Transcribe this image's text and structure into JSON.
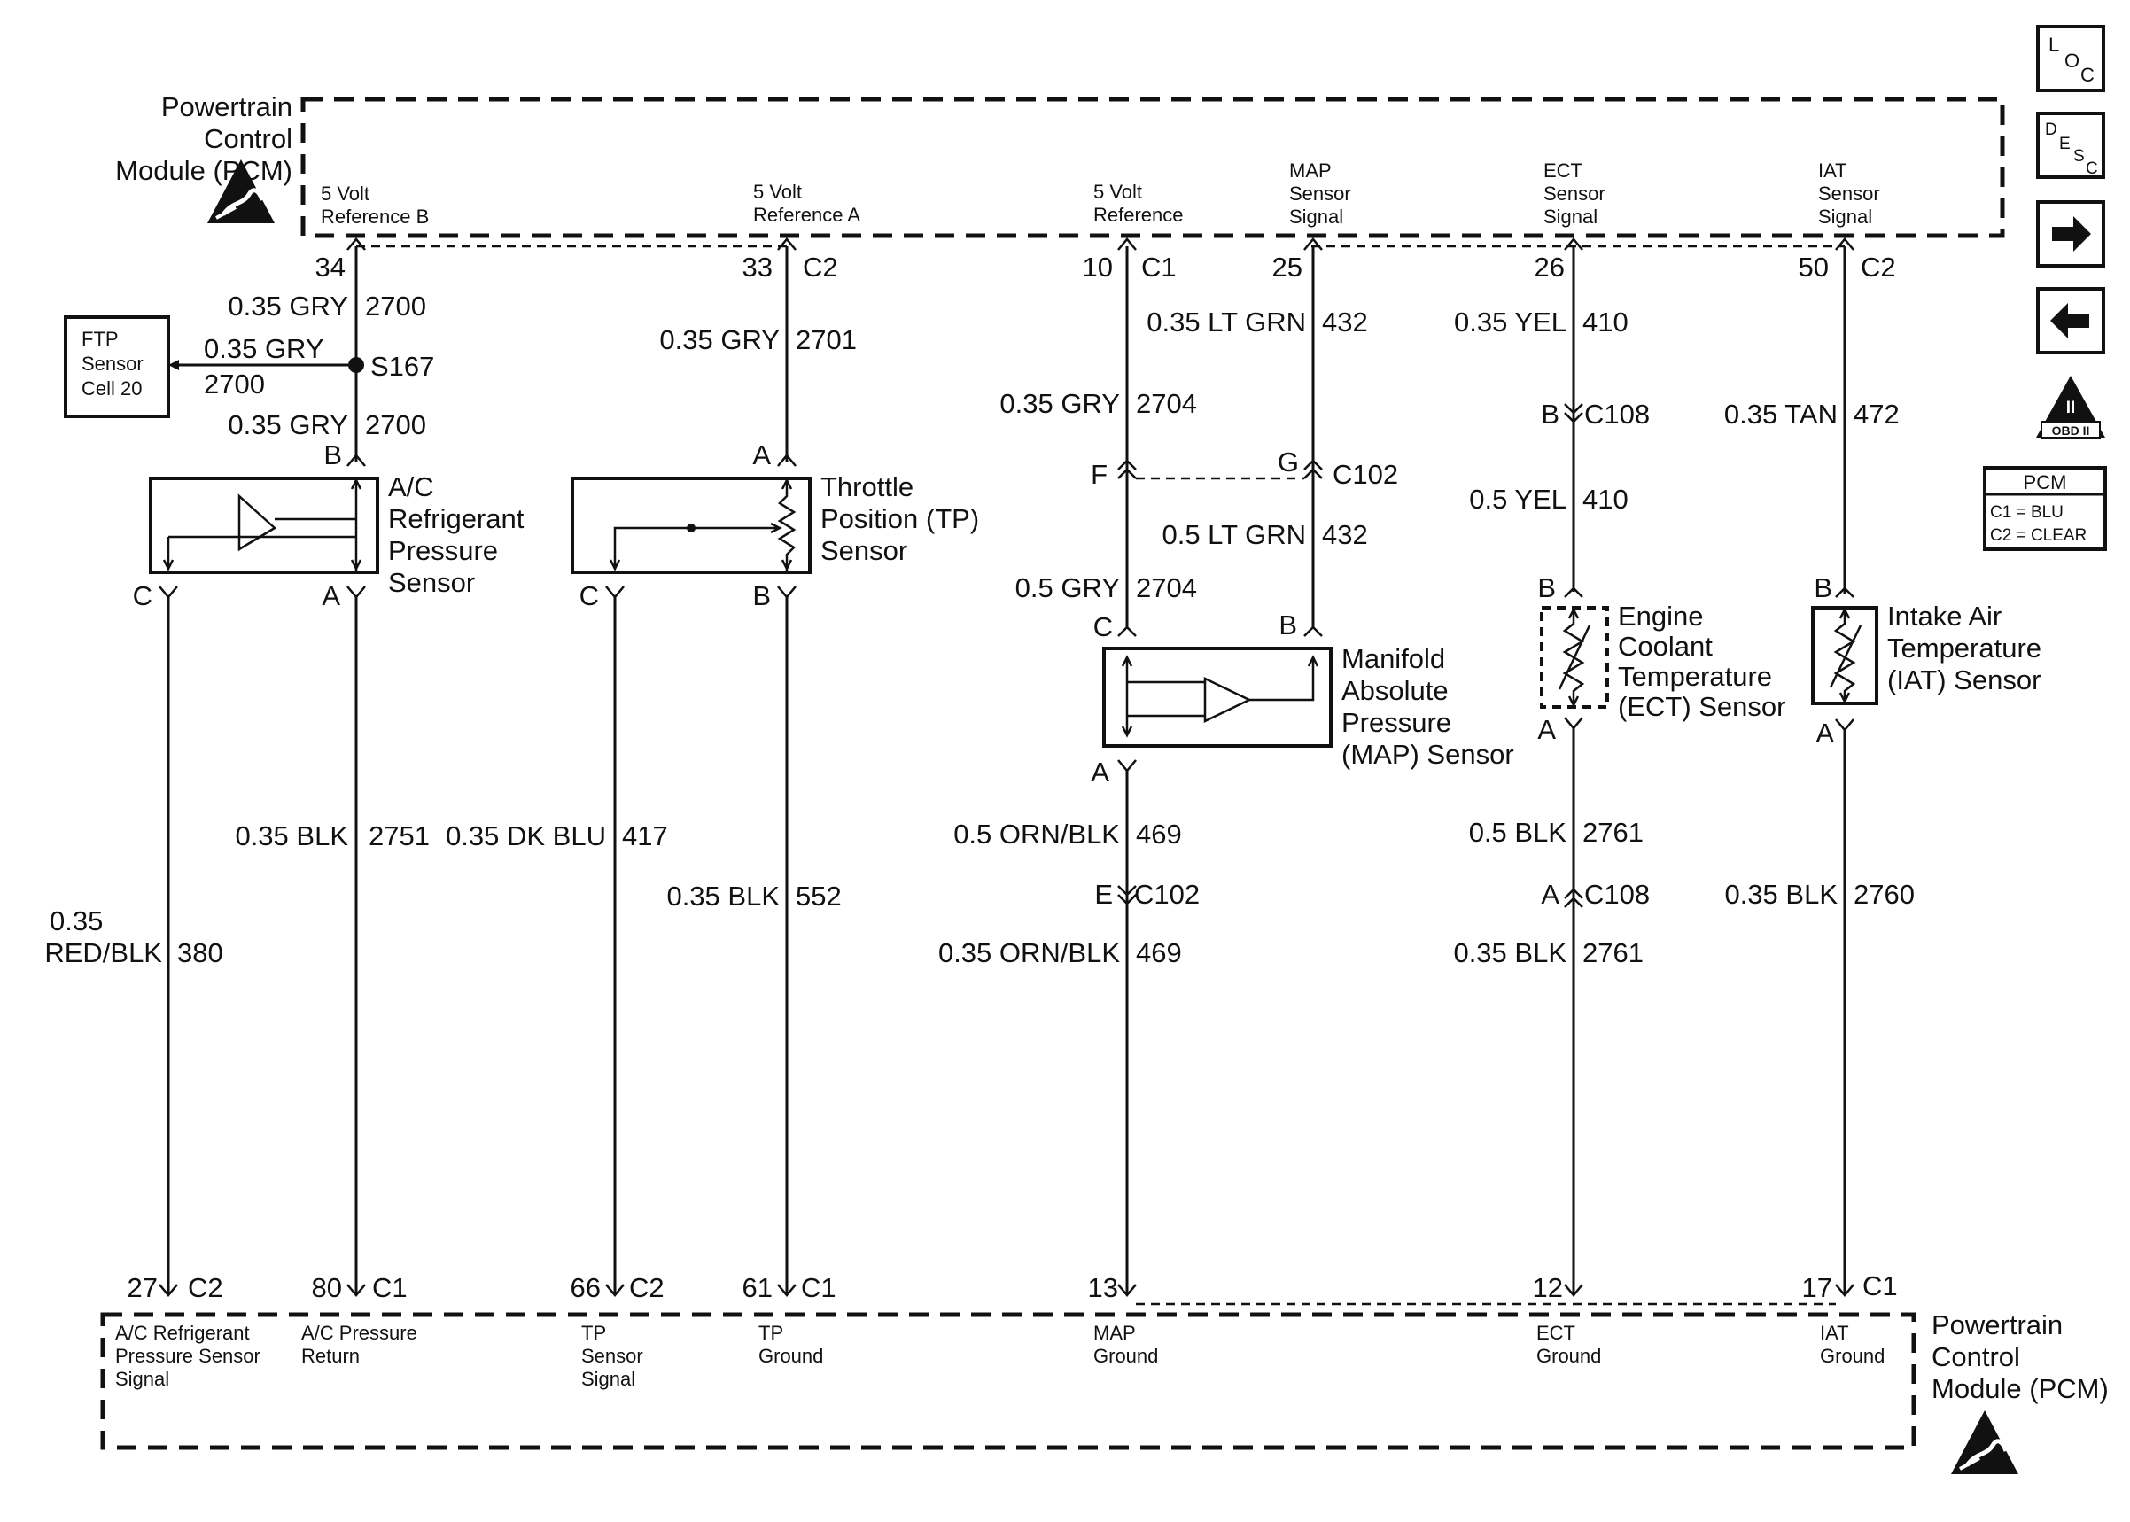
{
  "pcm": {
    "top_label": [
      "Powertrain",
      "Control",
      "Module (PCM)"
    ],
    "bottom_label": [
      "Powertrain",
      "Control",
      "Module (PCM)"
    ],
    "top_pins": [
      {
        "desc": [
          "5 Volt",
          "Reference B"
        ],
        "num": "34",
        "conn": ""
      },
      {
        "desc": [
          "5 Volt",
          "Reference A"
        ],
        "num": "33",
        "conn": "C2"
      },
      {
        "desc": [
          "5 Volt",
          "Reference"
        ],
        "num": "10",
        "conn": "C1"
      },
      {
        "desc": [
          "MAP",
          "Sensor",
          "Signal"
        ],
        "num": "25",
        "conn": ""
      },
      {
        "desc": [
          "ECT",
          "Sensor",
          "Signal"
        ],
        "num": "26",
        "conn": ""
      },
      {
        "desc": [
          "IAT",
          "Sensor",
          "Signal"
        ],
        "num": "50",
        "conn": "C2"
      }
    ],
    "bottom_pins": [
      {
        "desc": [
          "A/C Refrigerant",
          "Pressure Sensor",
          "Signal"
        ],
        "num": "27",
        "conn": "C2"
      },
      {
        "desc": [
          "A/C Pressure",
          "Return"
        ],
        "num": "80",
        "conn": "C1"
      },
      {
        "desc": [
          "TP",
          "Sensor",
          "Signal"
        ],
        "num": "66",
        "conn": "C2"
      },
      {
        "desc": [
          "TP",
          "Ground"
        ],
        "num": "61",
        "conn": "C1"
      },
      {
        "desc": [
          "MAP",
          "Ground"
        ],
        "num": "13",
        "conn": ""
      },
      {
        "desc": [
          "ECT",
          "Ground"
        ],
        "num": "12",
        "conn": ""
      },
      {
        "desc": [
          "IAT",
          "Ground"
        ],
        "num": "17",
        "conn": "C1"
      }
    ]
  },
  "ftp": {
    "lines": [
      "FTP",
      "Sensor",
      "Cell 20"
    ]
  },
  "splice": "S167",
  "connectors": {
    "c102": "C102",
    "c108": "C108"
  },
  "sensors": {
    "ac": {
      "name": [
        "A/C",
        "Refrigerant",
        "Pressure",
        "Sensor"
      ],
      "pins": {
        "top": "B",
        "left": "C",
        "right": "A"
      }
    },
    "tp": {
      "name": [
        "Throttle",
        "Position (TP)",
        "Sensor"
      ],
      "pins": {
        "top": "A",
        "left": "C",
        "right": "B"
      }
    },
    "map": {
      "name": [
        "Manifold",
        "Absolute",
        "Pressure",
        "(MAP) Sensor"
      ],
      "pins": {
        "topleft": "C",
        "topright": "B",
        "bottom": "A"
      }
    },
    "ect": {
      "name": [
        "Engine",
        "Coolant",
        "Temperature",
        "(ECT) Sensor"
      ],
      "pins": {
        "top": "B",
        "bottom": "A"
      }
    },
    "iat": {
      "name": [
        "Intake Air",
        "Temperature",
        "(IAT) Sensor"
      ],
      "pins": {
        "top": "B",
        "bottom": "A"
      }
    }
  },
  "inline_pins": {
    "map_ref_c102": "F",
    "map_sig_c102": "G",
    "ect_c108_top": "B",
    "map_gnd_c102": "E",
    "ect_c108_bottom": "A"
  },
  "wires": {
    "ref_b_1": {
      "label": "0.35 GRY",
      "circuit": "2700"
    },
    "ref_b_ftp": {
      "label": "0.35 GRY",
      "circuit": "2700"
    },
    "ref_b_2": {
      "label": "0.35 GRY",
      "circuit": "2700"
    },
    "ref_a": {
      "label": "0.35 GRY",
      "circuit": "2701"
    },
    "ref_map_1": {
      "label": "0.35 GRY",
      "circuit": "2704"
    },
    "ref_map_2": {
      "label": "0.5 GRY",
      "circuit": "2704"
    },
    "map_sig_1": {
      "label": "0.35 LT GRN",
      "circuit": "432"
    },
    "map_sig_2": {
      "label": "0.5 LT GRN",
      "circuit": "432"
    },
    "ect_sig_1": {
      "label": "0.35 YEL",
      "circuit": "410"
    },
    "ect_sig_2": {
      "label": "0.5 YEL",
      "circuit": "410"
    },
    "iat_sig": {
      "label": "0.35 TAN",
      "circuit": "472"
    },
    "ac_sig": {
      "label": [
        "0.35",
        "RED/BLK"
      ],
      "circuit": "380"
    },
    "ac_ret": {
      "label": "0.35 BLK",
      "circuit": "2751"
    },
    "tp_sig": {
      "label": "0.35 DK BLU",
      "circuit": "417"
    },
    "tp_gnd": {
      "label": "0.35 BLK",
      "circuit": "552"
    },
    "map_gnd_1": {
      "label": "0.5 ORN/BLK",
      "circuit": "469"
    },
    "map_gnd_2": {
      "label": "0.35 ORN/BLK",
      "circuit": "469"
    },
    "ect_gnd_1": {
      "label": "0.5 BLK",
      "circuit": "2761"
    },
    "ect_gnd_2": {
      "label": "0.35 BLK",
      "circuit": "2761"
    },
    "iat_gnd": {
      "label": "0.35 BLK",
      "circuit": "2760"
    }
  },
  "nav": {
    "loc": {
      "l": "L",
      "o": "O",
      "c": "C"
    },
    "desc": {
      "d": "D",
      "e": "E",
      "s": "S",
      "c": "C"
    },
    "obd": {
      "roman": "II",
      "text": "OBD II"
    }
  },
  "legend": {
    "title": "PCM",
    "rows": [
      "C1 = BLU",
      "C2 = CLEAR"
    ]
  }
}
